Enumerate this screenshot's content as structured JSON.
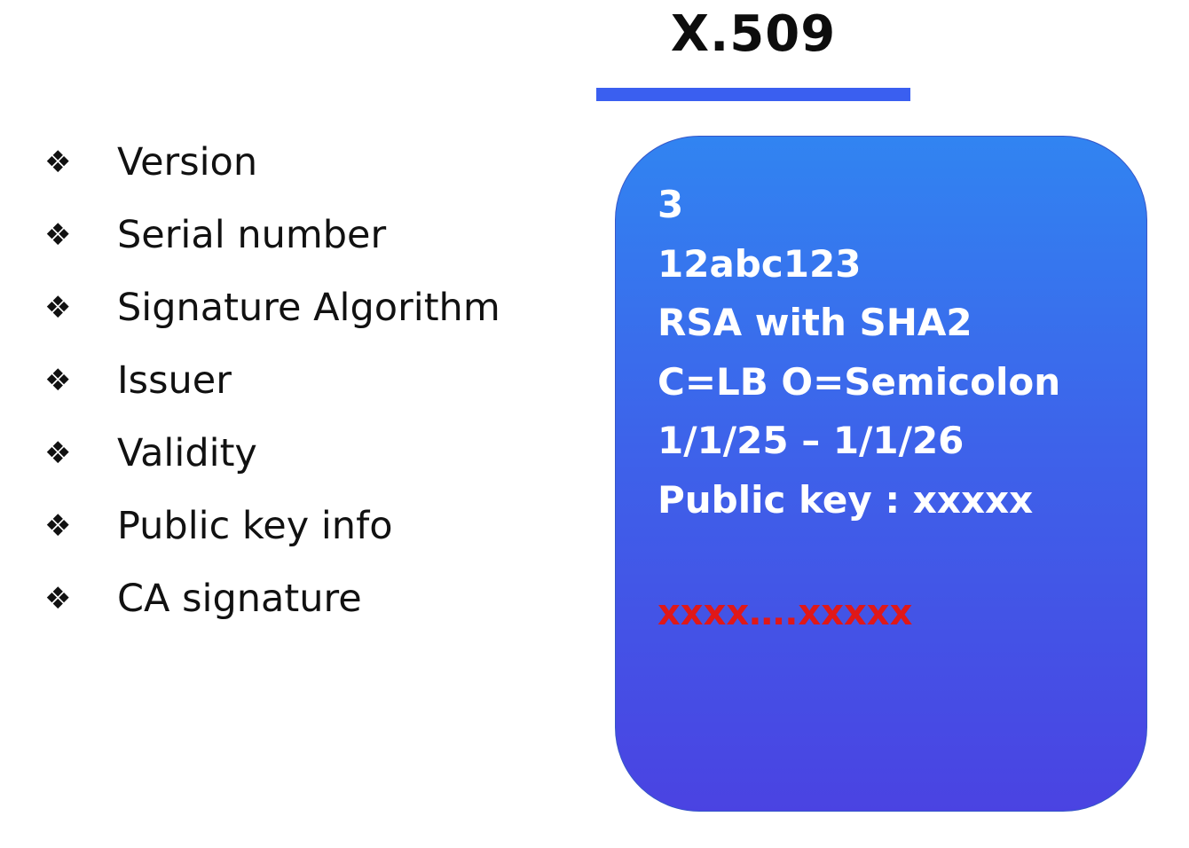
{
  "title": "X.509",
  "fields": [
    {
      "bullet": "❖",
      "label": "Version"
    },
    {
      "bullet": "❖",
      "label": "Serial number"
    },
    {
      "bullet": "❖",
      "label": "Signature Algorithm"
    },
    {
      "bullet": "❖",
      "label": "Issuer"
    },
    {
      "bullet": "❖",
      "label": "Validity"
    },
    {
      "bullet": "❖",
      "label": "Public key info"
    },
    {
      "bullet": "❖",
      "label": "CA signature"
    }
  ],
  "certificate": {
    "values": [
      "3",
      "12abc123",
      "RSA with SHA2",
      "C=LB O=Semicolon",
      "1/1/25 – 1/1/26",
      "Public key : xxxxx"
    ],
    "signature": "xxxx….xxxxx"
  },
  "colors": {
    "accent": "#3a5ff0",
    "card_top": "#3184f1",
    "card_bottom": "#4a43e2",
    "signature": "#e01818"
  }
}
